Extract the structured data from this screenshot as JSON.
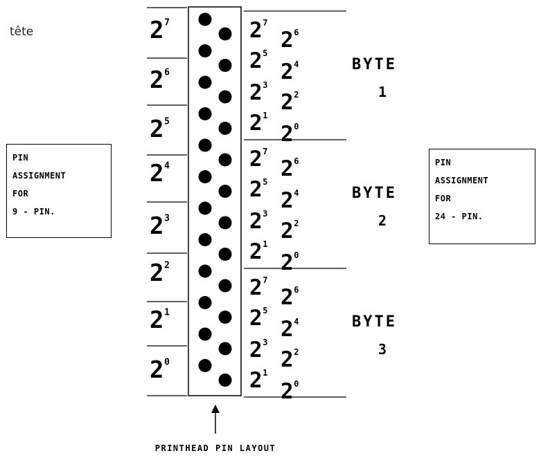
{
  "caption": "tête",
  "left_labels": [
    {
      "base": "2",
      "exp": "7"
    },
    {
      "base": "2",
      "exp": "6"
    },
    {
      "base": "2",
      "exp": "5"
    },
    {
      "base": "2",
      "exp": "4"
    },
    {
      "base": "2",
      "exp": "3"
    },
    {
      "base": "2",
      "exp": "2"
    },
    {
      "base": "2",
      "exp": "1"
    },
    {
      "base": "2",
      "exp": "0"
    }
  ],
  "right_bytes": [
    {
      "title": "BYTE",
      "number": "1",
      "col1": [
        {
          "base": "2",
          "exp": "7"
        },
        {
          "base": "2",
          "exp": "5"
        },
        {
          "base": "2",
          "exp": "3"
        },
        {
          "base": "2",
          "exp": "1"
        }
      ],
      "col2": [
        {
          "base": "2",
          "exp": "6"
        },
        {
          "base": "2",
          "exp": "4"
        },
        {
          "base": "2",
          "exp": "2"
        },
        {
          "base": "2",
          "exp": "0"
        }
      ]
    },
    {
      "title": "BYTE",
      "number": "2",
      "col1": [
        {
          "base": "2",
          "exp": "7"
        },
        {
          "base": "2",
          "exp": "5"
        },
        {
          "base": "2",
          "exp": "3"
        },
        {
          "base": "2",
          "exp": "1"
        }
      ],
      "col2": [
        {
          "base": "2",
          "exp": "6"
        },
        {
          "base": "2",
          "exp": "4"
        },
        {
          "base": "2",
          "exp": "2"
        },
        {
          "base": "2",
          "exp": "0"
        }
      ]
    },
    {
      "title": "BYTE",
      "number": "3",
      "col1": [
        {
          "base": "2",
          "exp": "7"
        },
        {
          "base": "2",
          "exp": "5"
        },
        {
          "base": "2",
          "exp": "3"
        },
        {
          "base": "2",
          "exp": "1"
        }
      ],
      "col2": [
        {
          "base": "2",
          "exp": "6"
        },
        {
          "base": "2",
          "exp": "4"
        },
        {
          "base": "2",
          "exp": "2"
        },
        {
          "base": "2",
          "exp": "0"
        }
      ]
    }
  ],
  "box_9pin": {
    "lines": [
      "PIN",
      "ASSIGNMENT",
      "FOR",
      "9 - PIN."
    ]
  },
  "box_24pin": {
    "lines": [
      "PIN",
      "ASSIGNMENT",
      "FOR",
      "24 - PIN."
    ]
  },
  "pin_counts": {
    "left_column": 12,
    "right_column": 12
  },
  "footer_label": "PRINTHEAD PIN LAYOUT",
  "colors": {
    "ink": "#000000",
    "paper": "#ffffff"
  }
}
